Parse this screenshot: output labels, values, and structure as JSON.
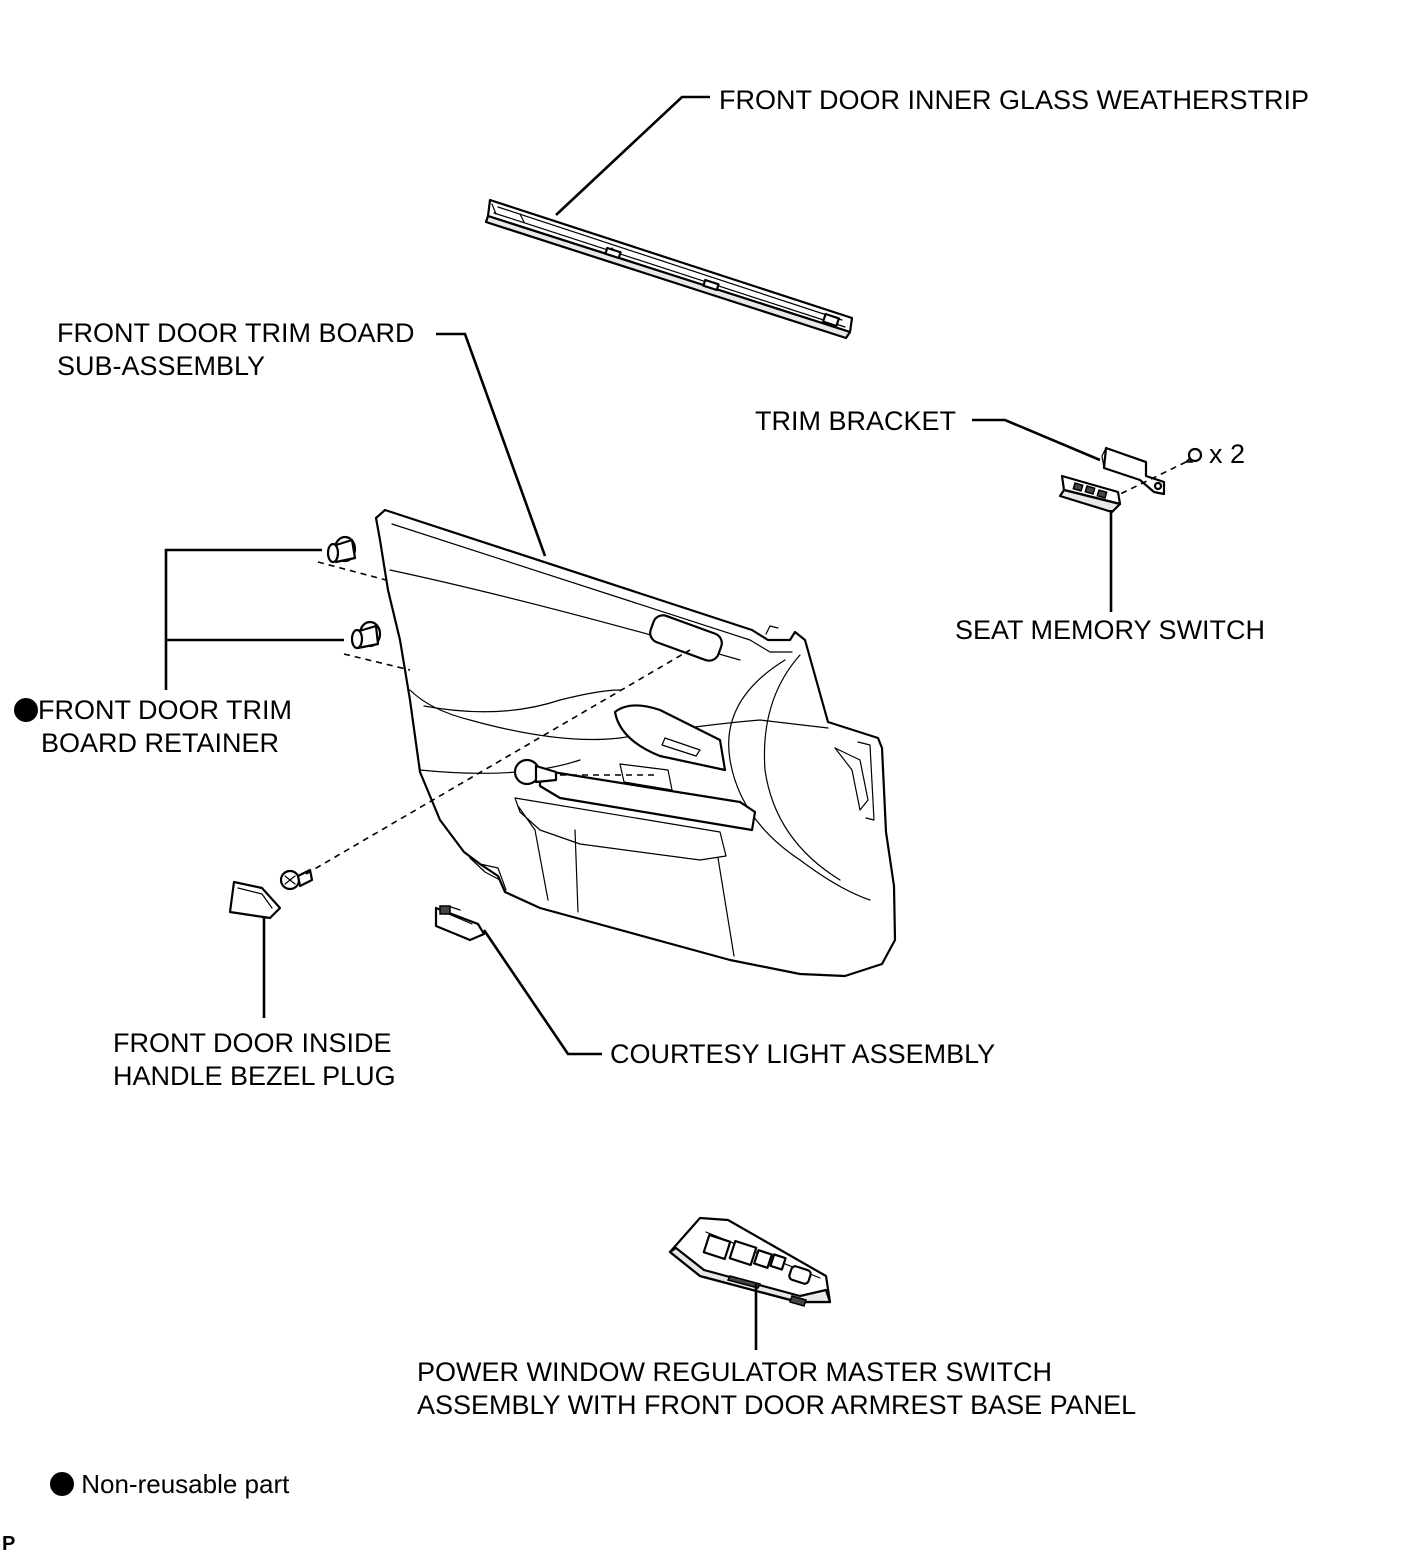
{
  "callouts": {
    "weatherstrip": "FRONT DOOR INNER GLASS WEATHERSTRIP",
    "trim_board": [
      "FRONT DOOR TRIM BOARD",
      "SUB-ASSEMBLY"
    ],
    "trim_bracket": "TRIM BRACKET",
    "qty_x2": "x 2",
    "seat_memory_switch": "SEAT MEMORY SWITCH",
    "retainer": [
      "FRONT DOOR TRIM",
      "BOARD RETAINER"
    ],
    "bezel_plug": [
      "FRONT DOOR INSIDE",
      "HANDLE BEZEL PLUG"
    ],
    "courtesy_light": "COURTESY LIGHT ASSEMBLY",
    "master_switch": [
      "POWER WINDOW REGULATOR MASTER SWITCH",
      "ASSEMBLY WITH FRONT DOOR ARMREST BASE PANEL"
    ]
  },
  "legend": {
    "non_reusable": "Non-reusable part"
  },
  "footer": {
    "code": "P"
  },
  "icons": [
    "non-reusable-dot-icon"
  ]
}
